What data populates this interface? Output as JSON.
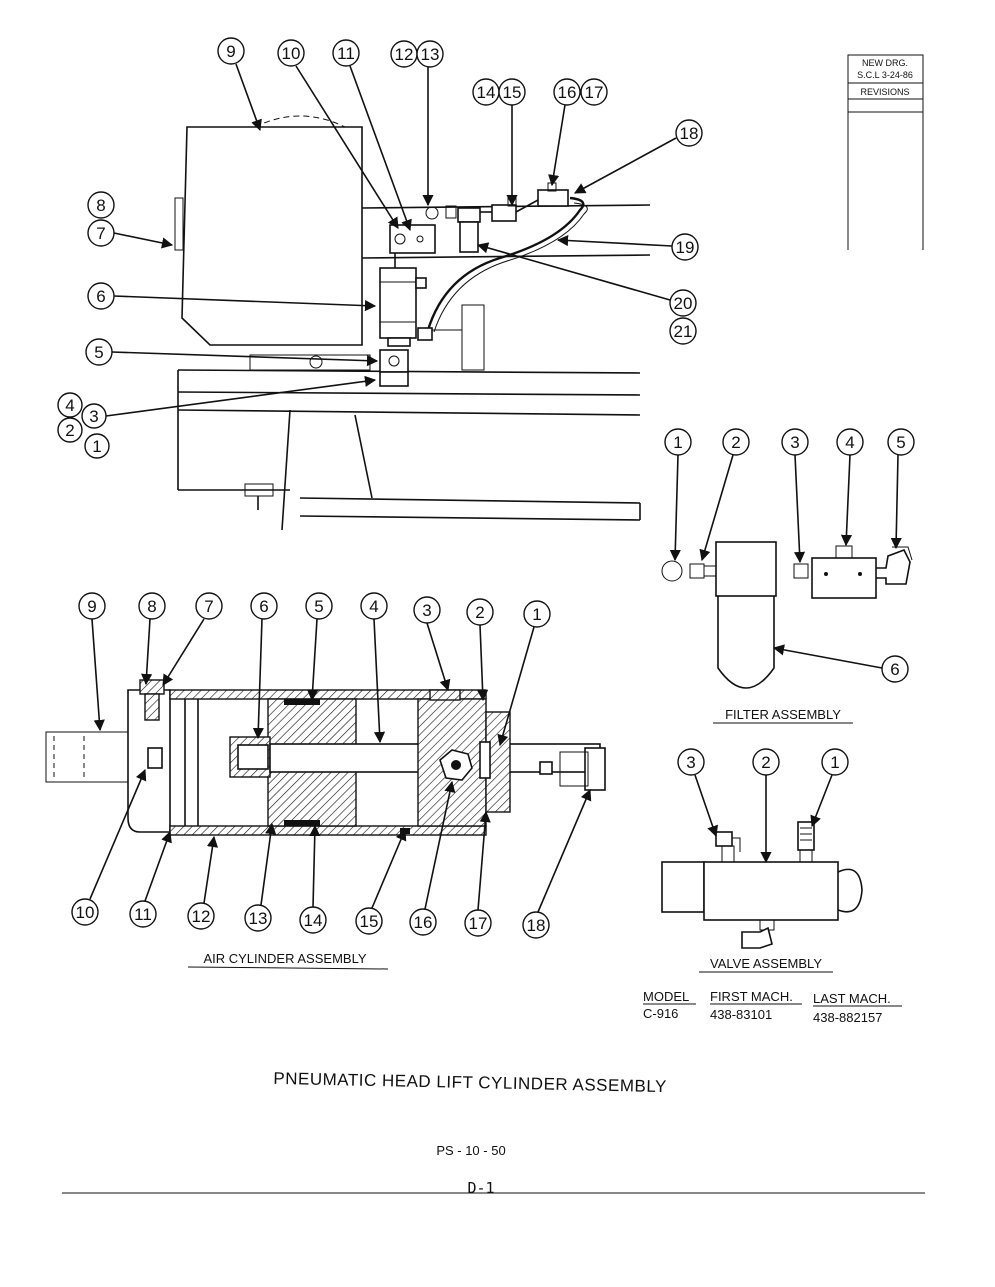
{
  "revision_block": {
    "line1": "NEW DRG.",
    "line2": "S.C.L 3-24-86",
    "header": "REVISIONS"
  },
  "top_view": {
    "callouts": [
      "1",
      "2",
      "3",
      "4",
      "5",
      "6",
      "7",
      "8",
      "9",
      "10",
      "11",
      "12",
      "13",
      "14",
      "15",
      "16",
      "17",
      "18",
      "19",
      "20",
      "21"
    ]
  },
  "filter_assembly": {
    "caption": "FILTER ASSEMBLY",
    "callouts": [
      "1",
      "2",
      "3",
      "4",
      "5",
      "6"
    ]
  },
  "air_cylinder_assembly": {
    "caption": "AIR CYLINDER ASSEMBLY",
    "callouts": [
      "1",
      "2",
      "3",
      "4",
      "5",
      "6",
      "7",
      "8",
      "9",
      "10",
      "11",
      "12",
      "13",
      "14",
      "15",
      "16",
      "17",
      "18"
    ]
  },
  "valve_assembly": {
    "caption": "VALVE ASSEMBLY",
    "callouts": [
      "1",
      "2",
      "3"
    ]
  },
  "model_table": {
    "headers": [
      "MODEL",
      "FIRST MACH.",
      "LAST MACH."
    ],
    "row": [
      "C-916",
      "438-83101",
      "438-882157"
    ]
  },
  "title": "PNEUMATIC HEAD LIFT CYLINDER ASSEMBLY",
  "page_ref": "PS - 10 - 50",
  "page_number": "D-1"
}
